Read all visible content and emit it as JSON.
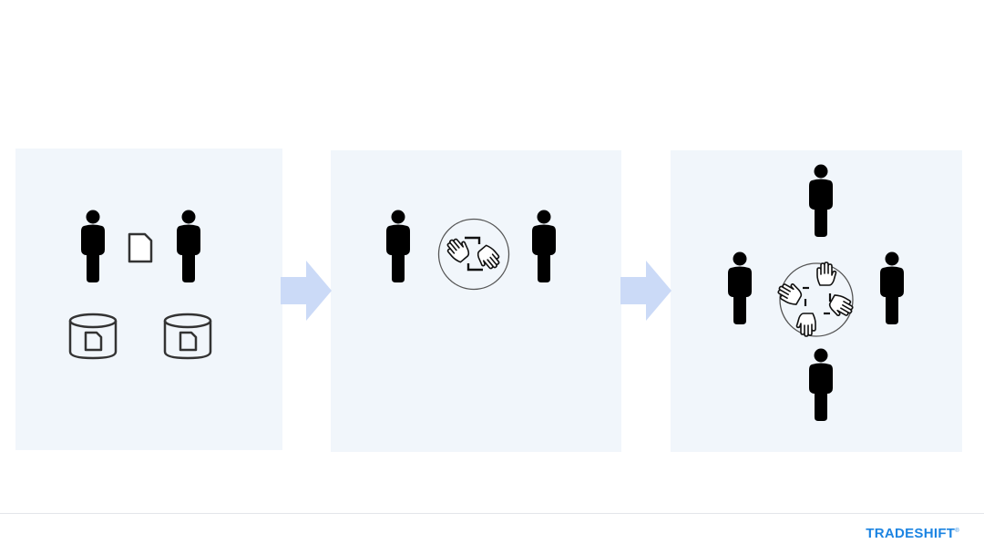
{
  "brand": {
    "logo_text": "TRADESHIFT",
    "trademark": "®",
    "logo_color": "#1c84e2"
  },
  "colors": {
    "panel_bg": "#f1f6fb",
    "arrow": "#cbdaf7",
    "figure": "#000000",
    "icon_stroke": "#333333"
  },
  "diagram": {
    "stages": [
      {
        "id": "stage-1",
        "icons": [
          "person-icon",
          "document-icon",
          "person-icon",
          "database-icon",
          "database-icon"
        ]
      },
      {
        "id": "stage-2",
        "icons": [
          "person-icon",
          "handshake-exchange-icon",
          "person-icon"
        ]
      },
      {
        "id": "stage-3",
        "icons": [
          "person-icon",
          "person-icon",
          "person-icon",
          "person-icon",
          "network-hands-icon"
        ]
      }
    ],
    "connectors": [
      "arrow-right-icon",
      "arrow-right-icon"
    ]
  }
}
